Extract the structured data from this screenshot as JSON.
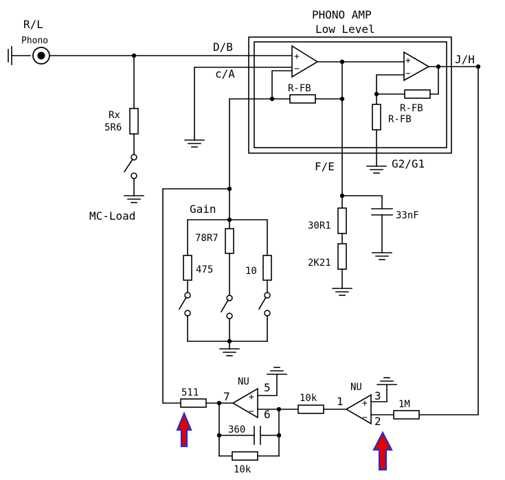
{
  "labels": {
    "rl": "R/L",
    "phono": "Phono",
    "db": "D/B",
    "ca": "c/A",
    "jh": "J/H",
    "fe": "F/E",
    "g2g1": "G2/G1",
    "block_title_1": "PHONO AMP",
    "block_title_2": "Low Level",
    "rfb_top": "R-FB",
    "rfb_right_1": "R-FB",
    "rfb_right_2": "R-FB",
    "rx": "Rx",
    "rx_val": "5R6",
    "mc_load": "MC-Load",
    "gain": "Gain",
    "r_78r7": "78R7",
    "r_475": "475",
    "r_10": "10",
    "r_30r1": "30R1",
    "r_2k21": "2K21",
    "c_33nf": "33nF",
    "r_511": "511",
    "nu_left": "NU",
    "nu_right": "NU",
    "pin7": "7",
    "pin5": "5",
    "pin6": "6",
    "pin1": "1",
    "pin3": "3",
    "pin2": "2",
    "r_10k_mid": "10k",
    "r_10k_bottom": "10k",
    "c_360": "360",
    "r_1m": "1M"
  },
  "opamp_signs": {
    "plus": "+",
    "minus": "−"
  },
  "colors": {
    "wire": "#000000",
    "arrow_fill": "#e00000",
    "arrow_outline": "#1c2fd6"
  }
}
